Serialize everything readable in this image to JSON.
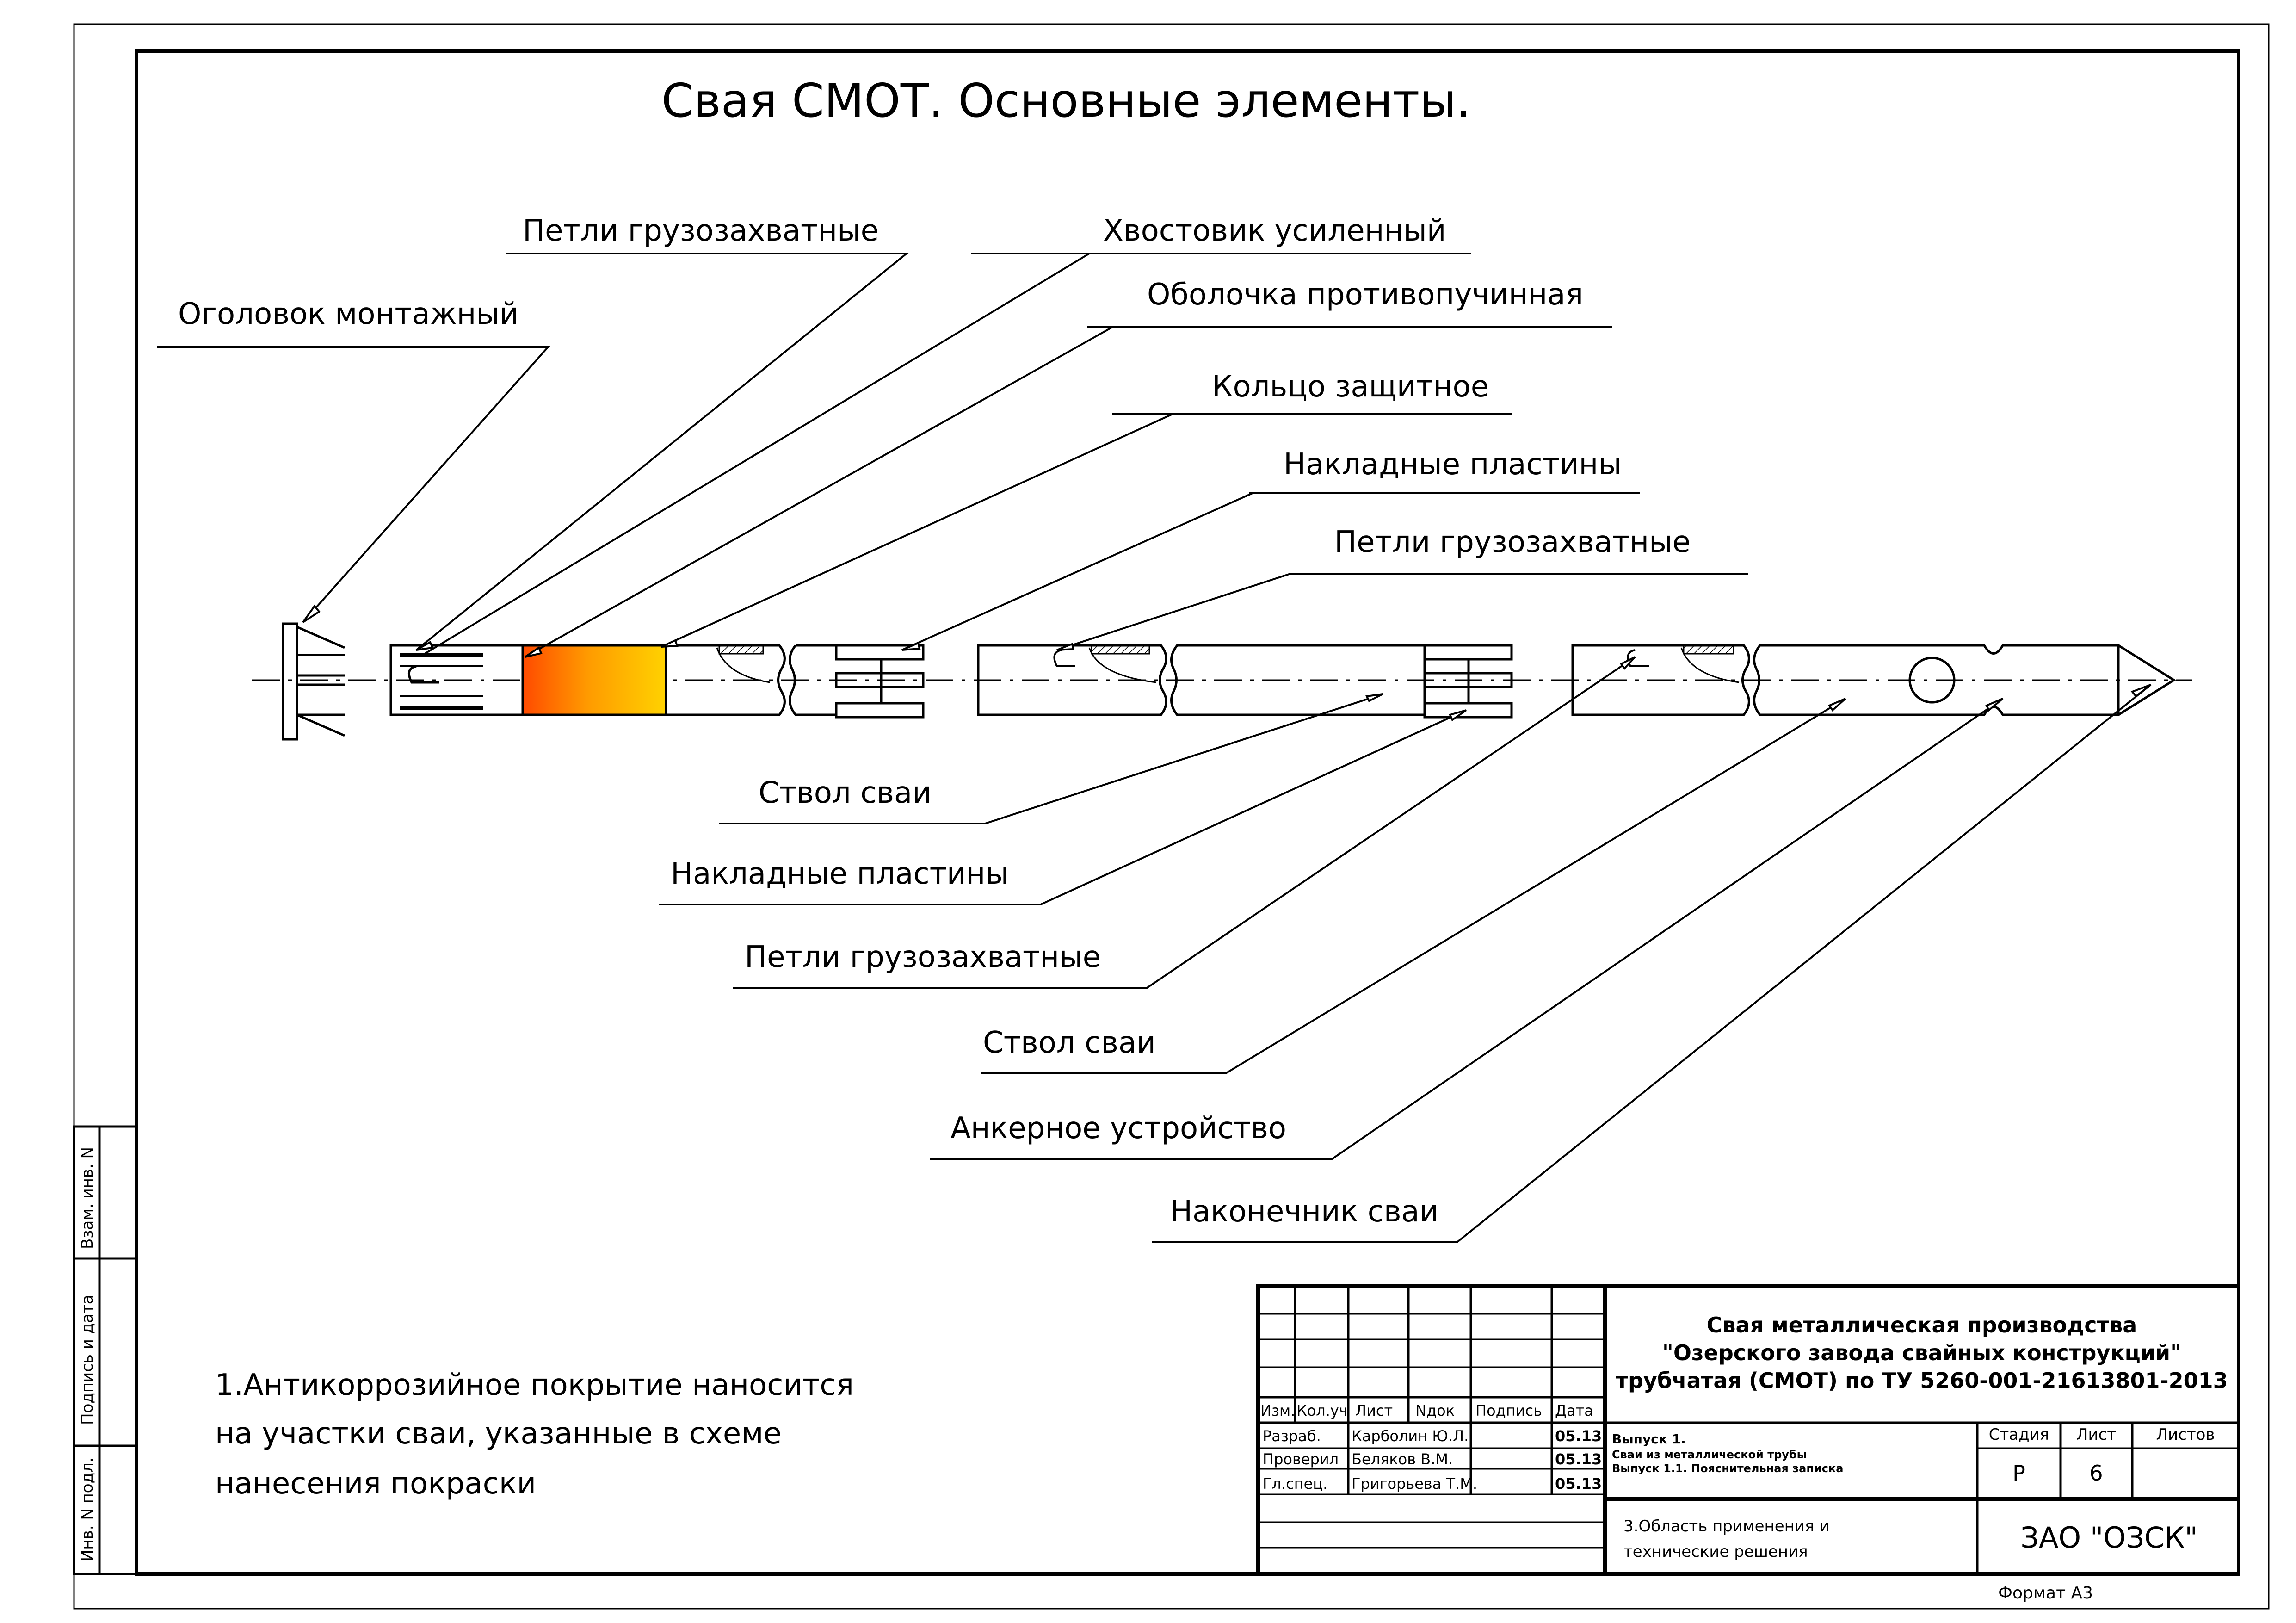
{
  "title": "Свая СМОТ. Основные элементы.",
  "callouts": {
    "c1": "Оголовок монтажный",
    "c2": "Петли грузозахватные",
    "c3": "Хвостовик усиленный",
    "c4": "Оболочка противопучинная",
    "c5": "Кольцо защитное",
    "c6": "Накладные пластины",
    "c7": "Петли грузозахватные",
    "c8": "Ствол сваи",
    "c9": "Накладные пластины",
    "c10": "Петли грузозахватные",
    "c11": "Ствол сваи",
    "c12": "Анкерное устройство",
    "c13": "Наконечник сваи"
  },
  "note": {
    "line1": "1.Антикоррозийное покрытие наносится",
    "line2": "на участки сваи, указанные в схеме",
    "line3": "нанесения покраски"
  },
  "side_stamp": {
    "inv_vzam": "Взам. инв. N",
    "sign_date": "Подпись и дата",
    "inv_podl": "Инв. N подл."
  },
  "title_block": {
    "headers": [
      "Изм.",
      "Кол.уч",
      "Лист",
      "Nдок",
      "Подпись",
      "Дата"
    ],
    "rows": [
      {
        "role": "Разраб.",
        "name": "Карболин Ю.Л.",
        "date": "05.13"
      },
      {
        "role": "Проверил",
        "name": "Беляков В.М.",
        "date": "05.13"
      },
      {
        "role": "Гл.спец.",
        "name": "Григорьева Т.М.",
        "date": "05.13"
      }
    ],
    "doc_title_1": "Свая металлическая производства",
    "doc_title_2": "\"Озерского завода свайных  конструкций\"",
    "doc_title_3": "трубчатая (СМОТ)  по ТУ 5260-001-21613801-2013",
    "issue_1": "Выпуск 1.",
    "issue_2": "Сваи из металлической трубы",
    "issue_3": "Выпуск 1.1.  Пояснительная записка",
    "section_1": "3.Область применения и",
    "section_2": "технические решения",
    "stage_label": "Стадия",
    "sheet_label": "Лист",
    "sheets_label": "Листов",
    "stage": "Р",
    "sheet": "6",
    "sheets": "",
    "company": "ЗАО \"ОЗСК\""
  },
  "format": "Формат  А3",
  "colors": {
    "coating_start": "#ff4a00",
    "coating_mid": "#ff9a00",
    "coating_end": "#ffd200"
  }
}
